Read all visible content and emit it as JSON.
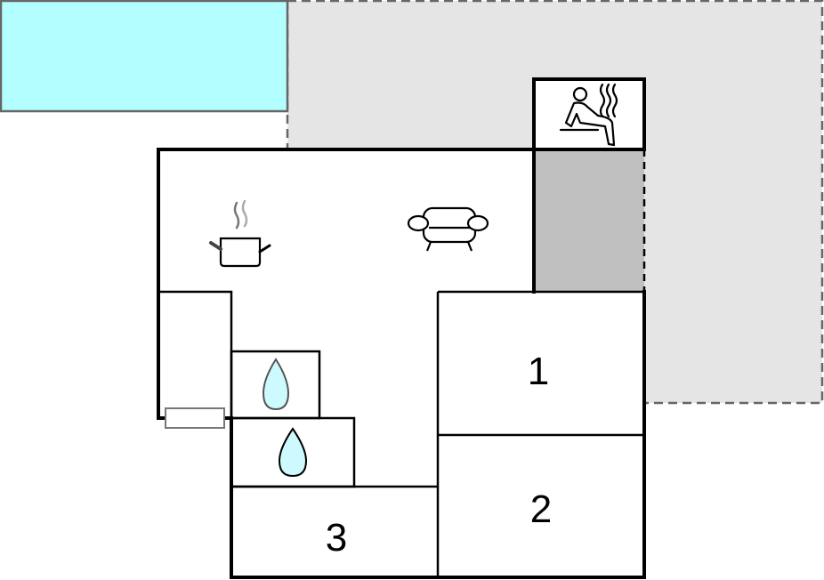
{
  "floorplan": {
    "type": "floor plan",
    "colors": {
      "pool": "#b3ffff",
      "terrace": "#e5e5e5",
      "sauna_anteroom": "#c0c0c0",
      "wall": "#000000",
      "water_drop": "#ccfafe"
    },
    "areas": [
      {
        "id": "pool",
        "label": ""
      },
      {
        "id": "terrace",
        "label": ""
      },
      {
        "id": "sauna",
        "label": "",
        "icon": "sauna-icon"
      },
      {
        "id": "living-kitchen",
        "label": "",
        "icons": [
          "cooking-pot-icon",
          "sofa-icon"
        ]
      },
      {
        "id": "bathroom-1",
        "label": "",
        "icon": "water-drop-icon"
      },
      {
        "id": "bathroom-2",
        "label": "",
        "icon": "water-drop-icon"
      },
      {
        "id": "bedroom-1",
        "label": "1"
      },
      {
        "id": "bedroom-2",
        "label": "2"
      },
      {
        "id": "bedroom-3",
        "label": "3"
      },
      {
        "id": "radiator",
        "label": ""
      }
    ],
    "rooms": {
      "bedroom_1": "1",
      "bedroom_2": "2",
      "bedroom_3": "3"
    }
  }
}
